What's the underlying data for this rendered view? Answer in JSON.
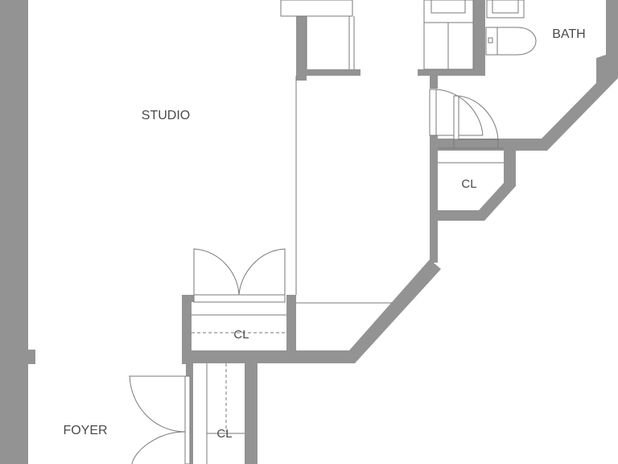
{
  "rooms": {
    "studio": "STUDIO",
    "bath": "BATH",
    "foyer": "FOYER",
    "closet_center": "CL",
    "closet_right": "CL",
    "closet_bottom": "CL"
  }
}
